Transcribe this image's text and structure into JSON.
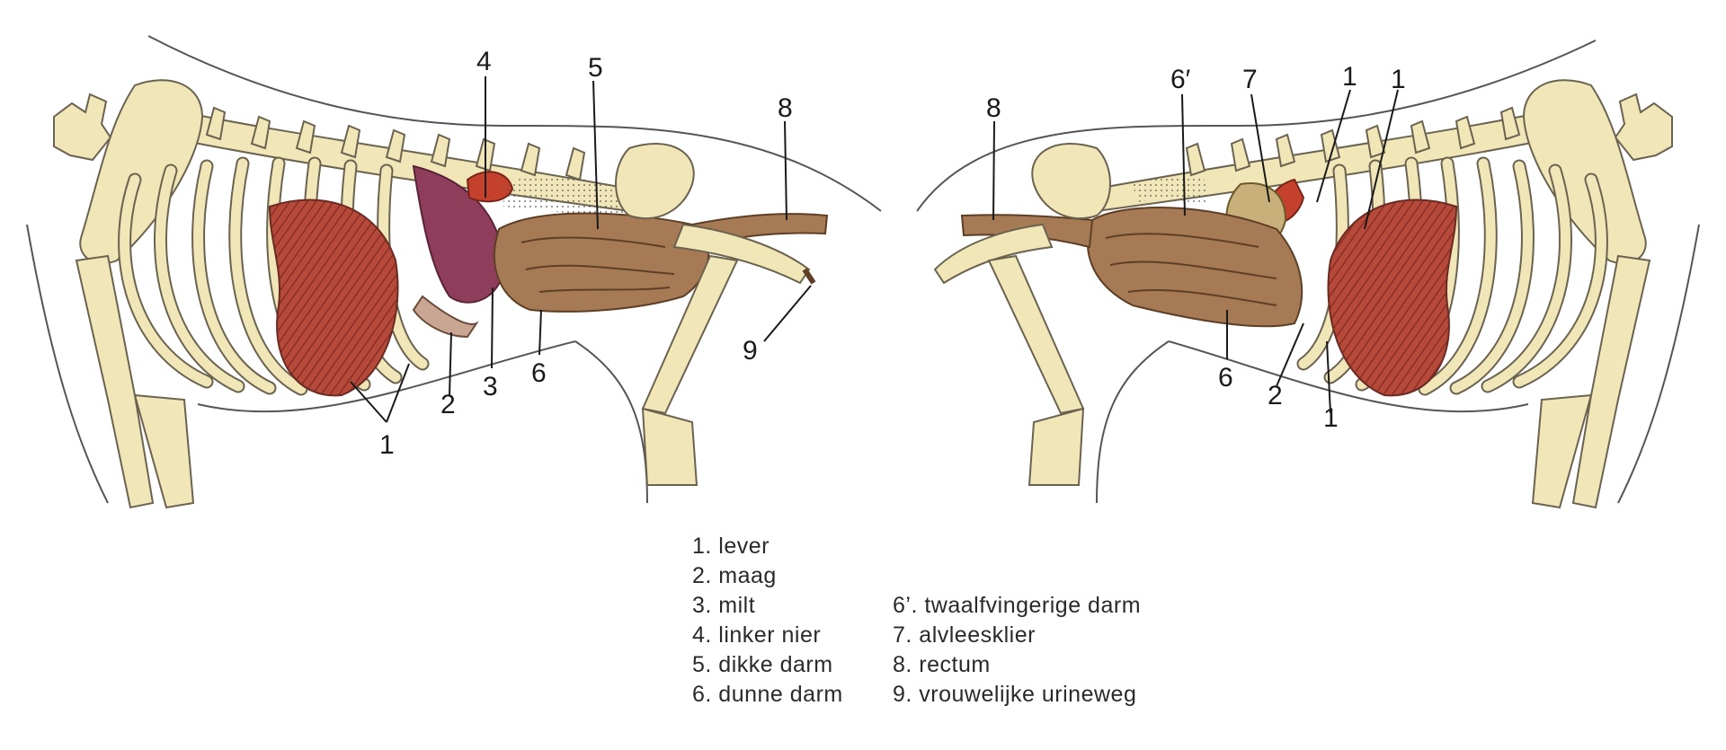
{
  "callouts": {
    "left": {
      "c1": "1",
      "c2": "2",
      "c3": "3",
      "c4": "4",
      "c5": "5",
      "c6": "6",
      "c8": "8",
      "c9": "9"
    },
    "right": {
      "c6p": "6′",
      "c7": "7",
      "c1a": "1",
      "c1b": "1",
      "c1c": "1",
      "c2": "2",
      "c6": "6",
      "c8": "8"
    }
  },
  "legend": {
    "left": [
      "1. lever",
      "2. maag",
      "3. milt",
      "4. linker nier",
      "5. dikke darm",
      "6. dunne darm"
    ],
    "right": [
      "6’. twaalfvingerige darm",
      "7. alvleesklier",
      "8. rectum",
      "9. vrouwelijke urineweg"
    ]
  },
  "colors": {
    "bone": "#f1e6b8",
    "bone_outline": "#6b6250",
    "liver": "#a83a3a",
    "stomach": "#c9a593",
    "spleen": "#8e3e5a",
    "kidney": "#c4412e",
    "intestine": "#a57a55",
    "pancreas": "#c9b07a"
  }
}
